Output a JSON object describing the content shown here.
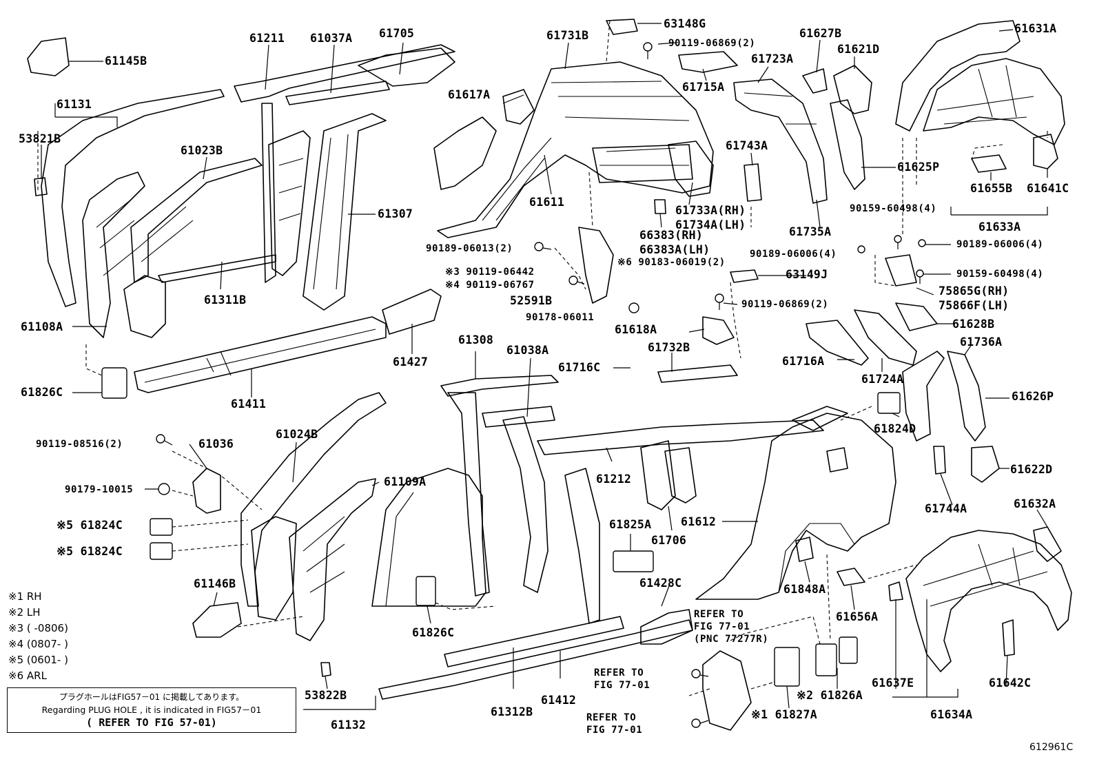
{
  "labels": [
    {
      "id": "p61145B",
      "text": "61145B"
    },
    {
      "id": "p61131",
      "text": "61131"
    },
    {
      "id": "p53821B",
      "text": "53821B"
    },
    {
      "id": "p61211",
      "text": "61211"
    },
    {
      "id": "p61037A",
      "text": "61037A"
    },
    {
      "id": "p61705",
      "text": "61705"
    },
    {
      "id": "p61023B",
      "text": "61023B"
    },
    {
      "id": "p61307",
      "text": "61307"
    },
    {
      "id": "p61311B",
      "text": "61311B"
    },
    {
      "id": "p61108A",
      "text": "61108A"
    },
    {
      "id": "p61826C_1",
      "text": "61826C"
    },
    {
      "id": "p61411",
      "text": "61411"
    },
    {
      "id": "p61427",
      "text": "61427"
    },
    {
      "id": "p61617A",
      "text": "61617A"
    },
    {
      "id": "p63148G",
      "text": "63148G"
    },
    {
      "id": "p90119_06869_a",
      "text": "90119-06869(2)"
    },
    {
      "id": "p61731B",
      "text": "61731B"
    },
    {
      "id": "p61715A",
      "text": "61715A"
    },
    {
      "id": "p61611",
      "text": "61611"
    },
    {
      "id": "p61723A",
      "text": "61723A"
    },
    {
      "id": "p61627B",
      "text": "61627B"
    },
    {
      "id": "p61621D",
      "text": "61621D"
    },
    {
      "id": "p61631A",
      "text": "61631A"
    },
    {
      "id": "p61743A",
      "text": "61743A"
    },
    {
      "id": "p61625P",
      "text": "61625P"
    },
    {
      "id": "p61733A",
      "text": "61733A(RH)"
    },
    {
      "id": "p61734A",
      "text": "61734A(LH)"
    },
    {
      "id": "p66383",
      "text": "66383(RH)"
    },
    {
      "id": "p66383A",
      "text": "66383A(LH)"
    },
    {
      "id": "p61735A",
      "text": "61735A"
    },
    {
      "id": "p61655B",
      "text": "61655B"
    },
    {
      "id": "p61641C",
      "text": "61641C"
    },
    {
      "id": "p90159_60498_a",
      "text": "90159-60498(4)"
    },
    {
      "id": "p61633A",
      "text": "61633A"
    },
    {
      "id": "p90189_06013",
      "text": "90189-06013(2)"
    },
    {
      "id": "p90119_06442",
      "text": "※3 90119-06442"
    },
    {
      "id": "p90119_06767",
      "text": "※4 90119-06767"
    },
    {
      "id": "p90183_06019",
      "text": "※6 90183-06019(2)"
    },
    {
      "id": "p90189_06006_a",
      "text": "90189-06006(4)"
    },
    {
      "id": "p90189_06006_b",
      "text": "90189-06006(4)"
    },
    {
      "id": "p90159_60498_b",
      "text": "90159-60498(4)"
    },
    {
      "id": "p63149J",
      "text": "63149J"
    },
    {
      "id": "p75865G",
      "text": "75865G(RH)"
    },
    {
      "id": "p75866F",
      "text": "75866F(LH)"
    },
    {
      "id": "p52591B",
      "text": "52591B"
    },
    {
      "id": "p90119_06869_b",
      "text": "90119-06869(2)"
    },
    {
      "id": "p90178_06011",
      "text": "90178-06011"
    },
    {
      "id": "p61618A",
      "text": "61618A"
    },
    {
      "id": "p61628B",
      "text": "61628B"
    },
    {
      "id": "p61736A",
      "text": "61736A"
    },
    {
      "id": "p61308",
      "text": "61308"
    },
    {
      "id": "p61038A",
      "text": "61038A"
    },
    {
      "id": "p61716C",
      "text": "61716C"
    },
    {
      "id": "p61732B",
      "text": "61732B"
    },
    {
      "id": "p61716A",
      "text": "61716A"
    },
    {
      "id": "p61724A",
      "text": "61724A"
    },
    {
      "id": "p61626P",
      "text": "61626P"
    },
    {
      "id": "p61824D",
      "text": "61824D"
    },
    {
      "id": "p90119_08516",
      "text": "90119-08516(2)"
    },
    {
      "id": "p61036",
      "text": "61036"
    },
    {
      "id": "p61024B",
      "text": "61024B"
    },
    {
      "id": "p61109A",
      "text": "61109A"
    },
    {
      "id": "p90179_10015",
      "text": "90179-10015"
    },
    {
      "id": "p61824C_1",
      "text": "※5 61824C"
    },
    {
      "id": "p61824C_2",
      "text": "※5 61824C"
    },
    {
      "id": "p61212",
      "text": "61212"
    },
    {
      "id": "p61622D",
      "text": "61622D"
    },
    {
      "id": "p61744A",
      "text": "61744A"
    },
    {
      "id": "p61632A",
      "text": "61632A"
    },
    {
      "id": "p61825A",
      "text": "61825A"
    },
    {
      "id": "p61706",
      "text": "61706"
    },
    {
      "id": "p61612",
      "text": "61612"
    },
    {
      "id": "p61146B",
      "text": "61146B"
    },
    {
      "id": "p61428C",
      "text": "61428C"
    },
    {
      "id": "p61848A",
      "text": "61848A"
    },
    {
      "id": "p61826C_2",
      "text": "61826C"
    },
    {
      "id": "p61656A",
      "text": "61656A"
    },
    {
      "id": "p61637E",
      "text": "61637E"
    },
    {
      "id": "p61642C",
      "text": "61642C"
    },
    {
      "id": "p53822B",
      "text": "53822B"
    },
    {
      "id": "p61132",
      "text": "61132"
    },
    {
      "id": "p61312B",
      "text": "61312B"
    },
    {
      "id": "p61412",
      "text": "61412"
    },
    {
      "id": "p61826A",
      "text": "※2 61826A"
    },
    {
      "id": "p61827A",
      "text": "※1 61827A"
    },
    {
      "id": "p61634A",
      "text": "61634A"
    }
  ],
  "refer_notes": [
    {
      "id": "ref1a",
      "text": "REFER TO"
    },
    {
      "id": "ref1b",
      "text": "FIG 77-01"
    },
    {
      "id": "ref1c",
      "text": "(PNC 77277R)"
    },
    {
      "id": "ref2a",
      "text": "REFER TO"
    },
    {
      "id": "ref2b",
      "text": "FIG 77-01"
    },
    {
      "id": "ref3a",
      "text": "REFER TO"
    },
    {
      "id": "ref3b",
      "text": "FIG 77-01"
    }
  ],
  "legend": [
    "※1 RH",
    "※2 LH",
    "※3 (      -0806)",
    "※4 (0807-      )",
    "※5 (0601-      )",
    "※6 ARL"
  ],
  "plug_hole_note": {
    "jp": "プラグホールはFIG57－01 に掲載してあります。",
    "en": "Regarding PLUG HOLE , it is indicated in FIG57－01",
    "ref": "( REFER TO FIG 57-01)"
  },
  "illustration_code": "612961C"
}
